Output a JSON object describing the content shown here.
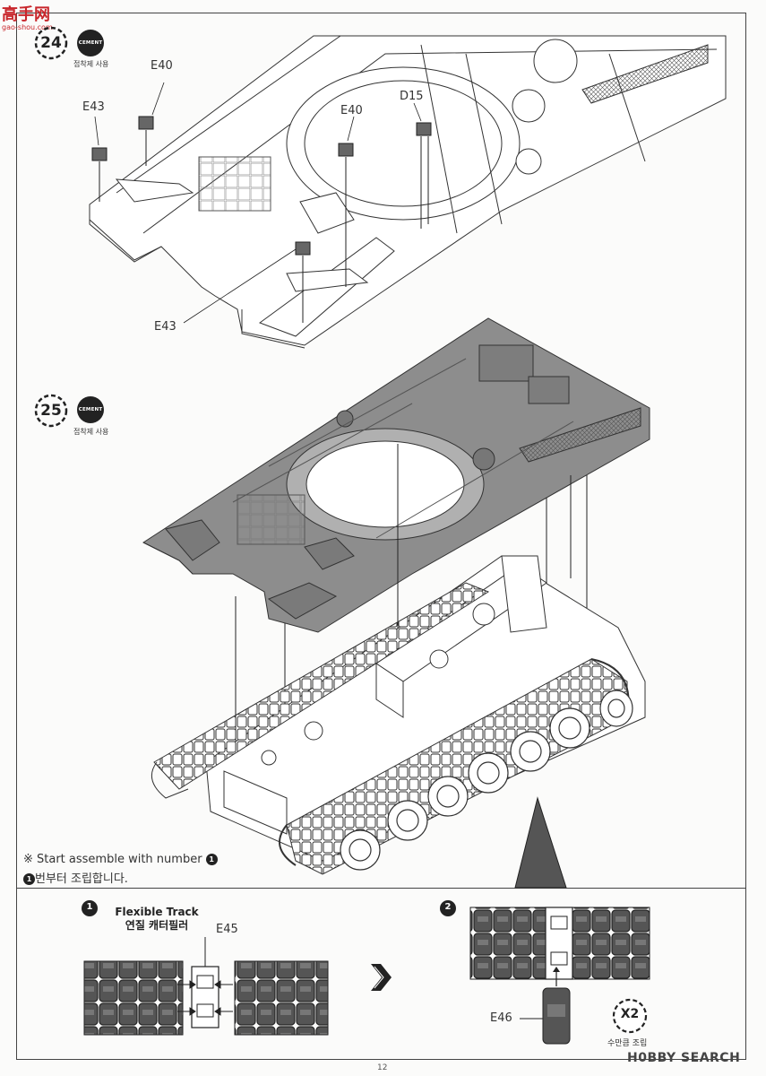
{
  "watermark_top": {
    "brand": "高手网",
    "url": "gao-shou.com"
  },
  "step24": {
    "number": "24",
    "cement_badge": "CEMENT",
    "cement_caption": "접착제 사용",
    "labels": {
      "e40_left": "E40",
      "e43_top": "E43",
      "e40_mid": "E40",
      "d15": "D15",
      "e43_bottom": "E43"
    }
  },
  "step25": {
    "number": "25",
    "cement_badge": "CEMENT",
    "cement_caption": "접착제 사용"
  },
  "note": {
    "line1": "※ Start assemble with number",
    "line1_marker": "1",
    "line2_marker": "1",
    "line2": "번부터 조립합니다."
  },
  "sub1": {
    "marker": "1",
    "title_en": "Flexible Track",
    "title_ko": "연질 캐터필러",
    "part": "E45"
  },
  "sub2": {
    "marker": "2",
    "part": "E46",
    "multiplier": "X2",
    "multiplier_caption": "수만큼 조립"
  },
  "page_number": "12",
  "watermark_bottom": {
    "brand": "H0BBY SEARCH"
  },
  "colors": {
    "hull_gray": "#8d8d8d",
    "line": "#333333",
    "track_dark": "#4a4a4a",
    "badge": "#222222"
  }
}
